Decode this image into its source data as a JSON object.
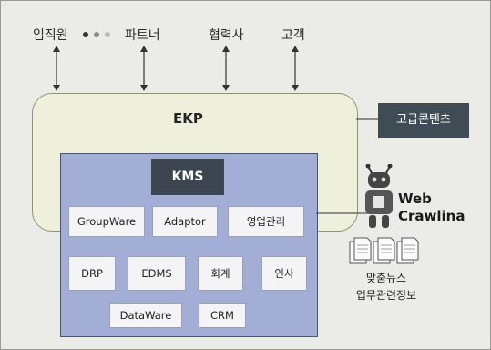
{
  "stakeholders": {
    "employees": "임직원",
    "partners": "파트너",
    "collaborators": "협력사",
    "customers": "고객"
  },
  "ekp": {
    "label": "EKP"
  },
  "premium_content": "고급콘텐츠",
  "kms": {
    "title": "KMS",
    "modules": [
      "GroupWare",
      "Adaptor",
      "영업관리",
      "DRP",
      "EDMS",
      "회계",
      "인사",
      "DataWare",
      "CRM"
    ]
  },
  "web_crawling": {
    "line1": "Web",
    "line2": "Crawlina"
  },
  "news": {
    "line1": "맞춤뉴스",
    "line2": "업무관련정보"
  },
  "colors": {
    "ekp_fill": "#eef0dc",
    "kms_fill": "#a2aed5",
    "dark_box": "#3d4650",
    "dots": [
      "#333333",
      "#888888",
      "#bbbbbb"
    ]
  }
}
